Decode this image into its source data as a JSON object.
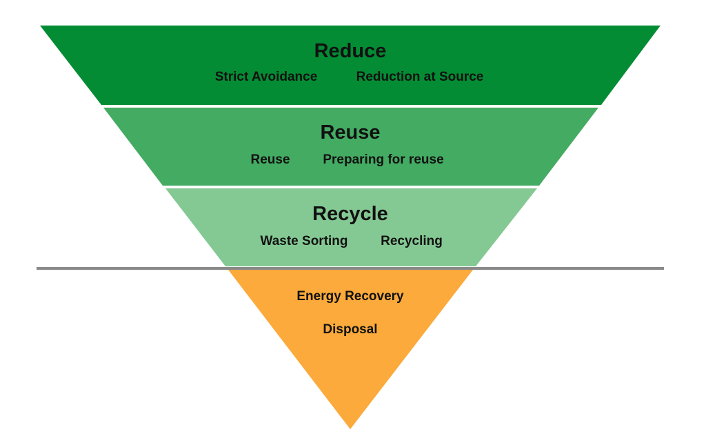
{
  "diagram": {
    "tiers": [
      {
        "title": "Reduce",
        "items": [
          "Strict Avoidance",
          "Reduction at Source"
        ],
        "color": "#048c34"
      },
      {
        "title": "Reuse",
        "items": [
          "Reuse",
          "Preparing for reuse"
        ],
        "color": "#44ab62"
      },
      {
        "title": "Recycle",
        "items": [
          "Waste Sorting",
          "Recycling"
        ],
        "color": "#84c993"
      }
    ],
    "bottom": {
      "items": [
        "Energy Recovery",
        "Disposal"
      ],
      "color": "#fbaa3b"
    },
    "divider_color": "#8a8a8a"
  }
}
